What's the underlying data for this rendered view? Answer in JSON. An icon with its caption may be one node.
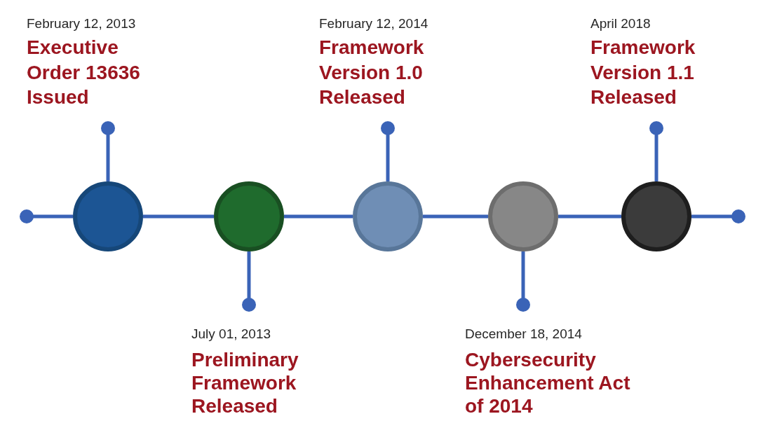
{
  "diagram": {
    "nodes": [
      {
        "text": [],
        "shape": "circle"
      },
      {
        "text": [],
        "shape": "circle"
      },
      {
        "text": [],
        "shape": "circle"
      },
      {
        "text": [],
        "shape": "circle"
      },
      {
        "text": [],
        "shape": "circle"
      },
      {
        "text": [
          "February 12, 2013",
          "Executive Order 13636 Issued"
        ]
      },
      {
        "text": [
          "July 01, 2013",
          "Preliminary Framework Released"
        ]
      },
      {
        "text": [
          "February 12, 2014",
          "Framework Version 1.0 Released"
        ]
      },
      {
        "text": [
          "December 18, 2014",
          "Cybersecurity Enhancement Act of 2014"
        ]
      },
      {
        "text": [
          "April 2018",
          "Framework Version 1.1 Released"
        ]
      }
    ],
    "edges": [
      {
        "from": null,
        "to": 0,
        "arrow": "other"
      },
      {
        "from": 0,
        "to": 1,
        "arrow": "none"
      },
      {
        "from": 1,
        "to": 2,
        "arrow": "none"
      },
      {
        "from": 2,
        "to": 3,
        "arrow": "none"
      },
      {
        "from": 3,
        "to": 4,
        "arrow": "none"
      },
      {
        "from": null,
        "to": 4,
        "arrow": "other"
      },
      {
        "from": 5,
        "to": 0,
        "arrow": "other"
      },
      {
        "from": 6,
        "to": 1,
        "arrow": "other"
      },
      {
        "from": 7,
        "to": 2,
        "arrow": "other"
      },
      {
        "from": 8,
        "to": 3,
        "arrow": "other"
      },
      {
        "from": 9,
        "to": 4,
        "arrow": "other"
      }
    ]
  }
}
